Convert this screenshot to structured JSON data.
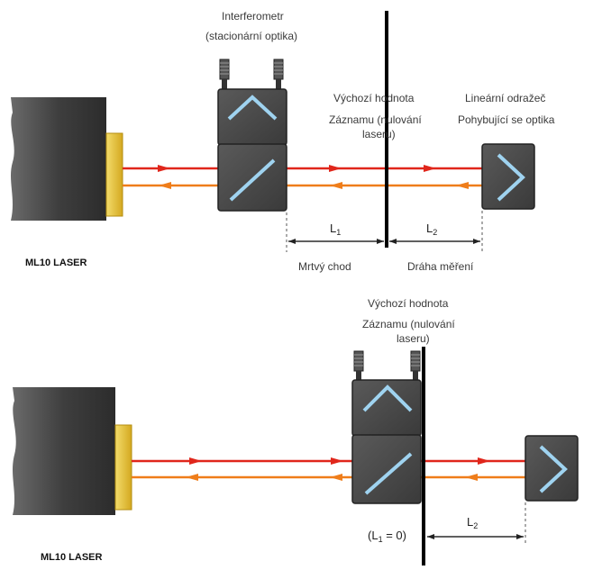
{
  "colors": {
    "beam_out": "#e0261b",
    "beam_return": "#ef7d1a",
    "aperture": "#e8c233",
    "laser_body": "#4a4a4a",
    "optic_block": "#4c4c4c",
    "mirror": "#9fd3f0"
  },
  "top": {
    "interferometer_title": "Interferometr",
    "interferometer_sub": "(stacionární optika)",
    "datum_line1": "Výchozí hodnota",
    "datum_line2": "Záznamu (nulování",
    "datum_line3": "laseru)",
    "reflector_line1": "Lineární odražeč",
    "reflector_line2": "Pohybující se optika",
    "laser_label": "ML10 LASER",
    "l1_main": "L",
    "l1_sub": "1",
    "l2_main": "L",
    "l2_sub": "2",
    "dead_path": "Mrtvý chod",
    "measure_path": "Dráha měření"
  },
  "bottom": {
    "datum_line1": "Výchozí hodnota",
    "datum_line2": "Záznamu (nulování",
    "datum_line3": "laseru)",
    "laser_label": "ML10 LASER",
    "l1_zero_open": "(L",
    "l1_zero_sub": "1",
    "l1_zero_close": " = 0)",
    "l2_main": "L",
    "l2_sub": "2"
  }
}
